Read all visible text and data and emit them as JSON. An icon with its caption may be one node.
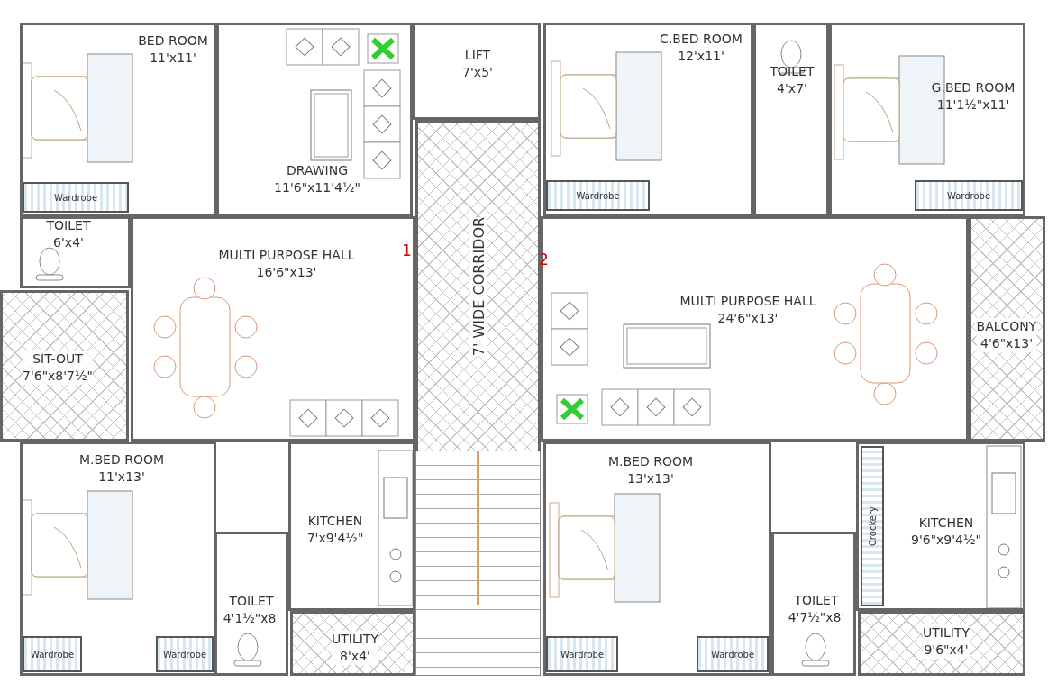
{
  "diagram": {
    "nodes": [
      {
        "text": [
          "BED ROOM",
          "11'x11'"
        ]
      },
      {
        "text": [
          "Wardrobe"
        ],
        "in": 0
      },
      {
        "text": [
          "DRAWING",
          "11'6\"x11'4½\""
        ]
      },
      {
        "text": [
          "LIFT",
          "7'x5'"
        ]
      },
      {
        "text": [
          "C.BED ROOM",
          "12'x11'"
        ]
      },
      {
        "text": [
          "Wardrobe"
        ],
        "in": 4
      },
      {
        "text": [
          "TOILET",
          "4'x7'"
        ]
      },
      {
        "text": [
          "G.BED ROOM",
          "11'1½\"x11'"
        ]
      },
      {
        "text": [
          "Wardrobe"
        ],
        "in": 7
      },
      {
        "text": [
          "TOILET",
          "6'x4'"
        ]
      },
      {
        "text": [
          "MULTI PURPOSE HALL",
          "16'6\"x13'"
        ]
      },
      {
        "text": [
          "7' WIDE CORRIDOR"
        ]
      },
      {
        "text": [
          "MULTI PURPOSE HALL",
          "24'6\"x13'"
        ]
      },
      {
        "text": [
          "SIT-OUT",
          "7'6\"x8'7½\""
        ]
      },
      {
        "text": [
          "BALCONY",
          "4'6\"x13'"
        ]
      },
      {
        "text": [
          "M.BED ROOM",
          "11'x13'"
        ]
      },
      {
        "text": [
          "Wardrobe"
        ],
        "in": 15
      },
      {
        "text": [
          "Wardrobe"
        ],
        "in": 15
      },
      {
        "text": [
          "KITCHEN",
          "7'x9'4½\""
        ]
      },
      {
        "text": [
          "TOILET",
          "4'1½\"x8'"
        ]
      },
      {
        "text": [
          "UTILITY",
          "8'x4'"
        ]
      },
      {
        "text": [
          "M.BED ROOM",
          "13'x13'"
        ]
      },
      {
        "text": [
          "Wardrobe"
        ],
        "in": 21
      },
      {
        "text": [
          "Wardrobe"
        ],
        "in": 21
      },
      {
        "text": [
          "TOILET",
          "4'7½\"x8'"
        ]
      },
      {
        "text": [
          "KITCHEN",
          "9'6\"x9'4½\""
        ]
      },
      {
        "text": [
          "Crockery"
        ],
        "in": 25
      },
      {
        "text": [
          "UTILITY",
          "9'6\"x4'"
        ]
      }
    ],
    "labels": [
      "1",
      "2"
    ]
  }
}
